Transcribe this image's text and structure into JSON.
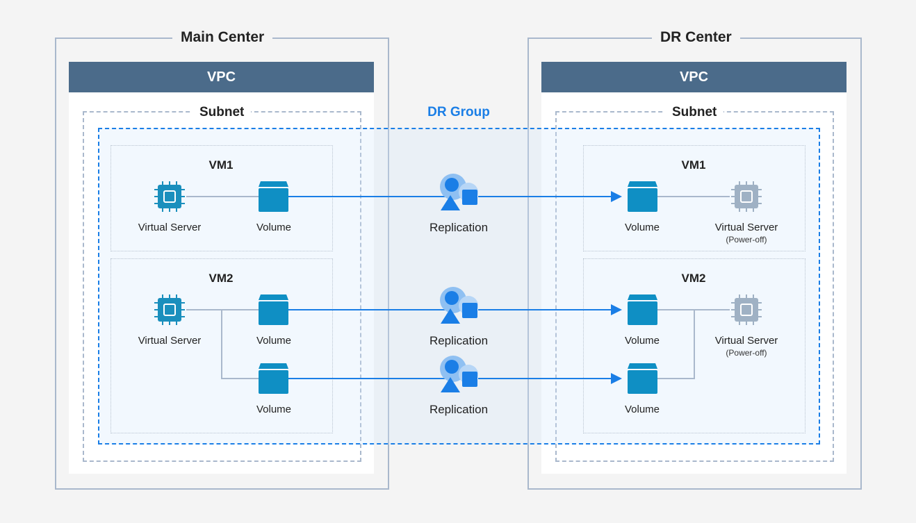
{
  "main_center": {
    "title": "Main Center",
    "vpc_label": "VPC",
    "subnet_label": "Subnet",
    "vms": [
      {
        "title": "VM1",
        "server_label": "Virtual Server",
        "volumes": [
          "Volume"
        ]
      },
      {
        "title": "VM2",
        "server_label": "Virtual Server",
        "volumes": [
          "Volume",
          "Volume"
        ]
      }
    ]
  },
  "dr_center": {
    "title": "DR Center",
    "vpc_label": "VPC",
    "subnet_label": "Subnet",
    "vms": [
      {
        "title": "VM1",
        "server_label": "Virtual Server",
        "server_status": "(Power-off)",
        "volumes": [
          "Volume"
        ]
      },
      {
        "title": "VM2",
        "server_label": "Virtual Server",
        "server_status": "(Power-off)",
        "volumes": [
          "Volume",
          "Volume"
        ]
      }
    ]
  },
  "dr_group": {
    "title": "DR Group",
    "replications": [
      "Replication",
      "Replication",
      "Replication"
    ]
  },
  "colors": {
    "vpc_header": "#4b6b8a",
    "accent_blue": "#1a7ee6",
    "server_active": "#1a8fbd",
    "server_off": "#9fb1c4",
    "volume": "#0f8fc4",
    "border": "#a9b8cc"
  },
  "icons": {
    "server": "cpu-chip-icon",
    "volume": "storage-volume-icon",
    "replication": "replication-shapes-icon"
  }
}
